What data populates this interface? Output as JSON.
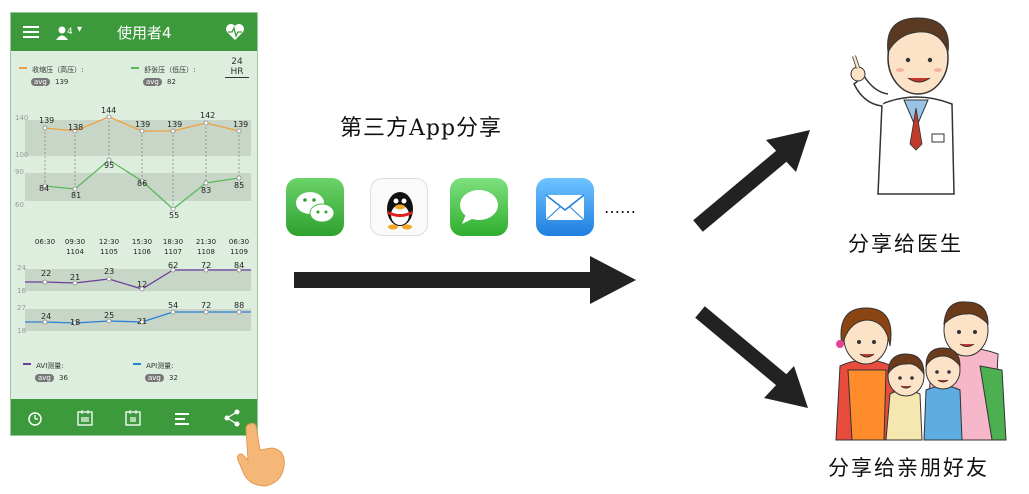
{
  "phone": {
    "title": "使用者4",
    "user_badge": "4",
    "legend_top": {
      "systolic_label": "收缩压（高压）:",
      "systolic_avg_tag": "avg",
      "systolic_avg": "139",
      "diastolic_label": "舒张压（低压）:",
      "diastolic_avg_tag": "avg",
      "diastolic_avg": "82",
      "range_top": "24",
      "range_bottom": "HR"
    },
    "y_labels_top": [
      "140",
      "100",
      "90",
      "60"
    ],
    "systolic_values": [
      "139",
      "138",
      "144",
      "139",
      "139",
      "142",
      "139"
    ],
    "diastolic_values": [
      "84",
      "81",
      "95",
      "86",
      "55",
      "83",
      "85"
    ],
    "times": [
      {
        "t": "06:30",
        "d": ""
      },
      {
        "t": "09:30",
        "d": "1104"
      },
      {
        "t": "12:30",
        "d": "1105"
      },
      {
        "t": "15:30",
        "d": "1106"
      },
      {
        "t": "18:30",
        "d": "1107"
      },
      {
        "t": "21:30",
        "d": "1108"
      },
      {
        "t": "06:30",
        "d": "1109"
      }
    ],
    "y_labels_avi": [
      "24",
      "16"
    ],
    "avi_values": [
      "22",
      "21",
      "23",
      "12",
      "62",
      "72",
      "84"
    ],
    "y_labels_api": [
      "27",
      "18"
    ],
    "api_values": [
      "24",
      "18",
      "25",
      "21",
      "54",
      "72",
      "88"
    ],
    "legend_bottom": {
      "avi_label": "AVI测量:",
      "avi_avg_tag": "avg",
      "avi_avg": "36",
      "api_label": "API测量:",
      "api_avg_tag": "avg",
      "api_avg": "32"
    }
  },
  "share_label": "第三方App分享",
  "ellipsis": "……",
  "doctor_label": "分享给医生",
  "family_label": "分享给亲朋好友",
  "colors": {
    "green": "#3c9a3c",
    "systolic": "#f0a040",
    "diastolic": "#5cb85c",
    "avi": "#6a3d9a",
    "api": "#2a7fd4"
  }
}
